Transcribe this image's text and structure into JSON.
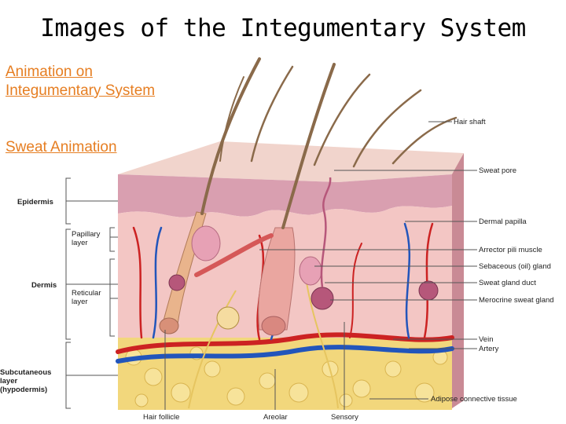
{
  "title": "Images of the Integumentary System",
  "links": {
    "animation_line1": "Animation on",
    "animation_line2": "Integumentary System",
    "sweat": "Sweat Animation"
  },
  "figure": {
    "left_labels": {
      "epidermis": "Epidermis",
      "papillary_1": "Papillary",
      "papillary_2": "layer",
      "dermis": "Dermis",
      "reticular_1": "Reticular",
      "reticular_2": "layer",
      "subq_1": "Subcutaneous",
      "subq_2": "layer",
      "subq_3": "(hypodermis)"
    },
    "right_labels": {
      "hair_shaft": "Hair shaft",
      "sweat_pore": "Sweat pore",
      "dermal_papilla": "Dermal papilla",
      "arrector": "Arrector pili muscle",
      "sebaceous": "Sebaceous (oil) gland",
      "sweat_duct": "Sweat gland duct",
      "merocrine": "Merocrine sweat gland",
      "vein": "Vein",
      "artery": "Artery",
      "adipose": "Adipose connective tissue"
    },
    "bottom_labels": {
      "hair_follicle": "Hair follicle",
      "areolar": "Areolar",
      "sensory": "Sensory"
    }
  },
  "colors": {
    "link": "#e67e22",
    "epidermis": "#e9b7bf",
    "dermis": "#f2c4c4",
    "fat": "#f0d070",
    "artery": "#cc2222",
    "vein": "#2255bb",
    "hair": "#8a6a4a"
  }
}
